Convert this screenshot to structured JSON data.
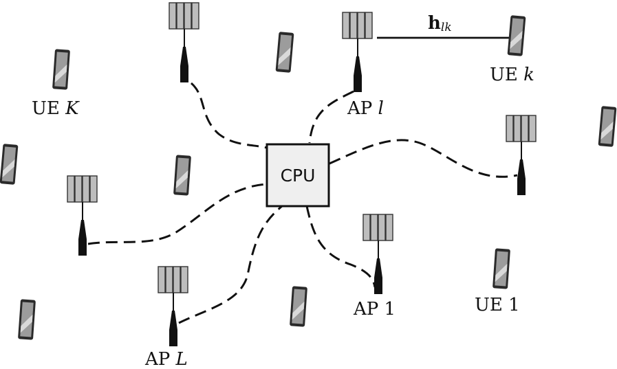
{
  "cpu": {
    "label": "CPU"
  },
  "channel": {
    "symbol": "h",
    "subscript": "lk"
  },
  "labels": {
    "ue_k_top": {
      "prefix": "UE",
      "var": "k"
    },
    "ue_K": {
      "prefix": "UE",
      "var": "K"
    },
    "ap_l": {
      "prefix": "AP",
      "var": "l"
    },
    "ap_1": {
      "text": "AP 1"
    },
    "ue_1": {
      "text": "UE 1"
    },
    "ap_L": {
      "prefix": "AP",
      "var": "L"
    }
  }
}
